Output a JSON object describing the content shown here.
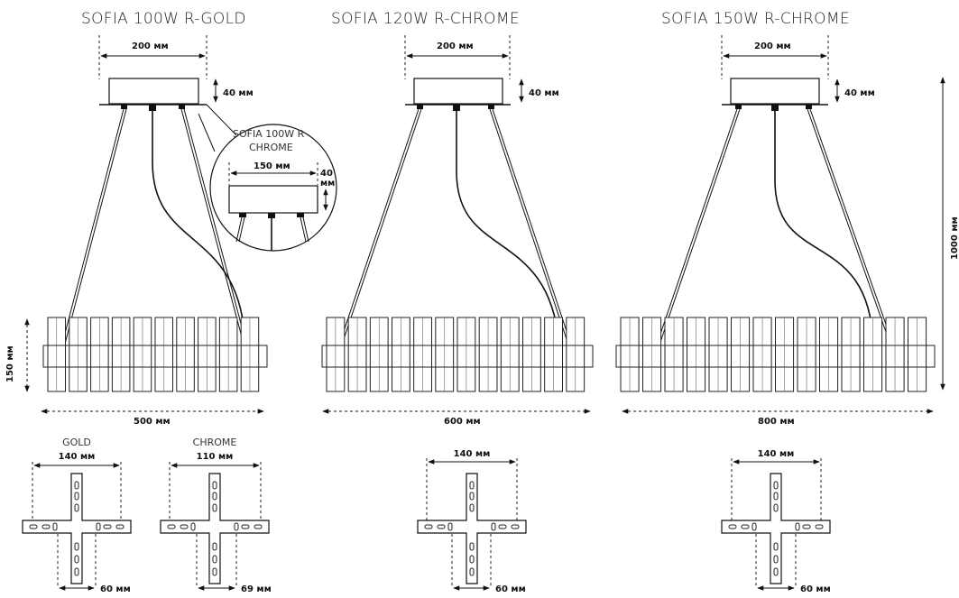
{
  "models": [
    {
      "title": "SOFIA 100W R-GOLD",
      "canopy_width": "200 мм",
      "canopy_height": "40 мм",
      "ring_diameter": "500 мм",
      "ring_height": "150 мм"
    },
    {
      "title": "SOFIA 120W R-CHROME",
      "canopy_width": "200 мм",
      "canopy_height": "40 мм",
      "ring_diameter": "600 мм"
    },
    {
      "title": "SOFIA 150W R-CHROME",
      "canopy_width": "200 мм",
      "canopy_height": "40 мм",
      "ring_diameter": "800 мм",
      "total_height": "1000 мм"
    }
  ],
  "inset": {
    "title_line1": "SOFIA 100W R",
    "title_line2": "CHROME",
    "width": "150 мм",
    "height_line1": "40",
    "height_line2": "мм"
  },
  "brackets": [
    {
      "label": "GOLD",
      "width": "140 мм",
      "gap": "60 мм"
    },
    {
      "label": "CHROME",
      "width": "110 мм",
      "gap": "69 мм"
    },
    {
      "label": "",
      "width": "140 мм",
      "gap": "60 мм"
    },
    {
      "label": "",
      "width": "140 мм",
      "gap": "60 мм"
    }
  ]
}
